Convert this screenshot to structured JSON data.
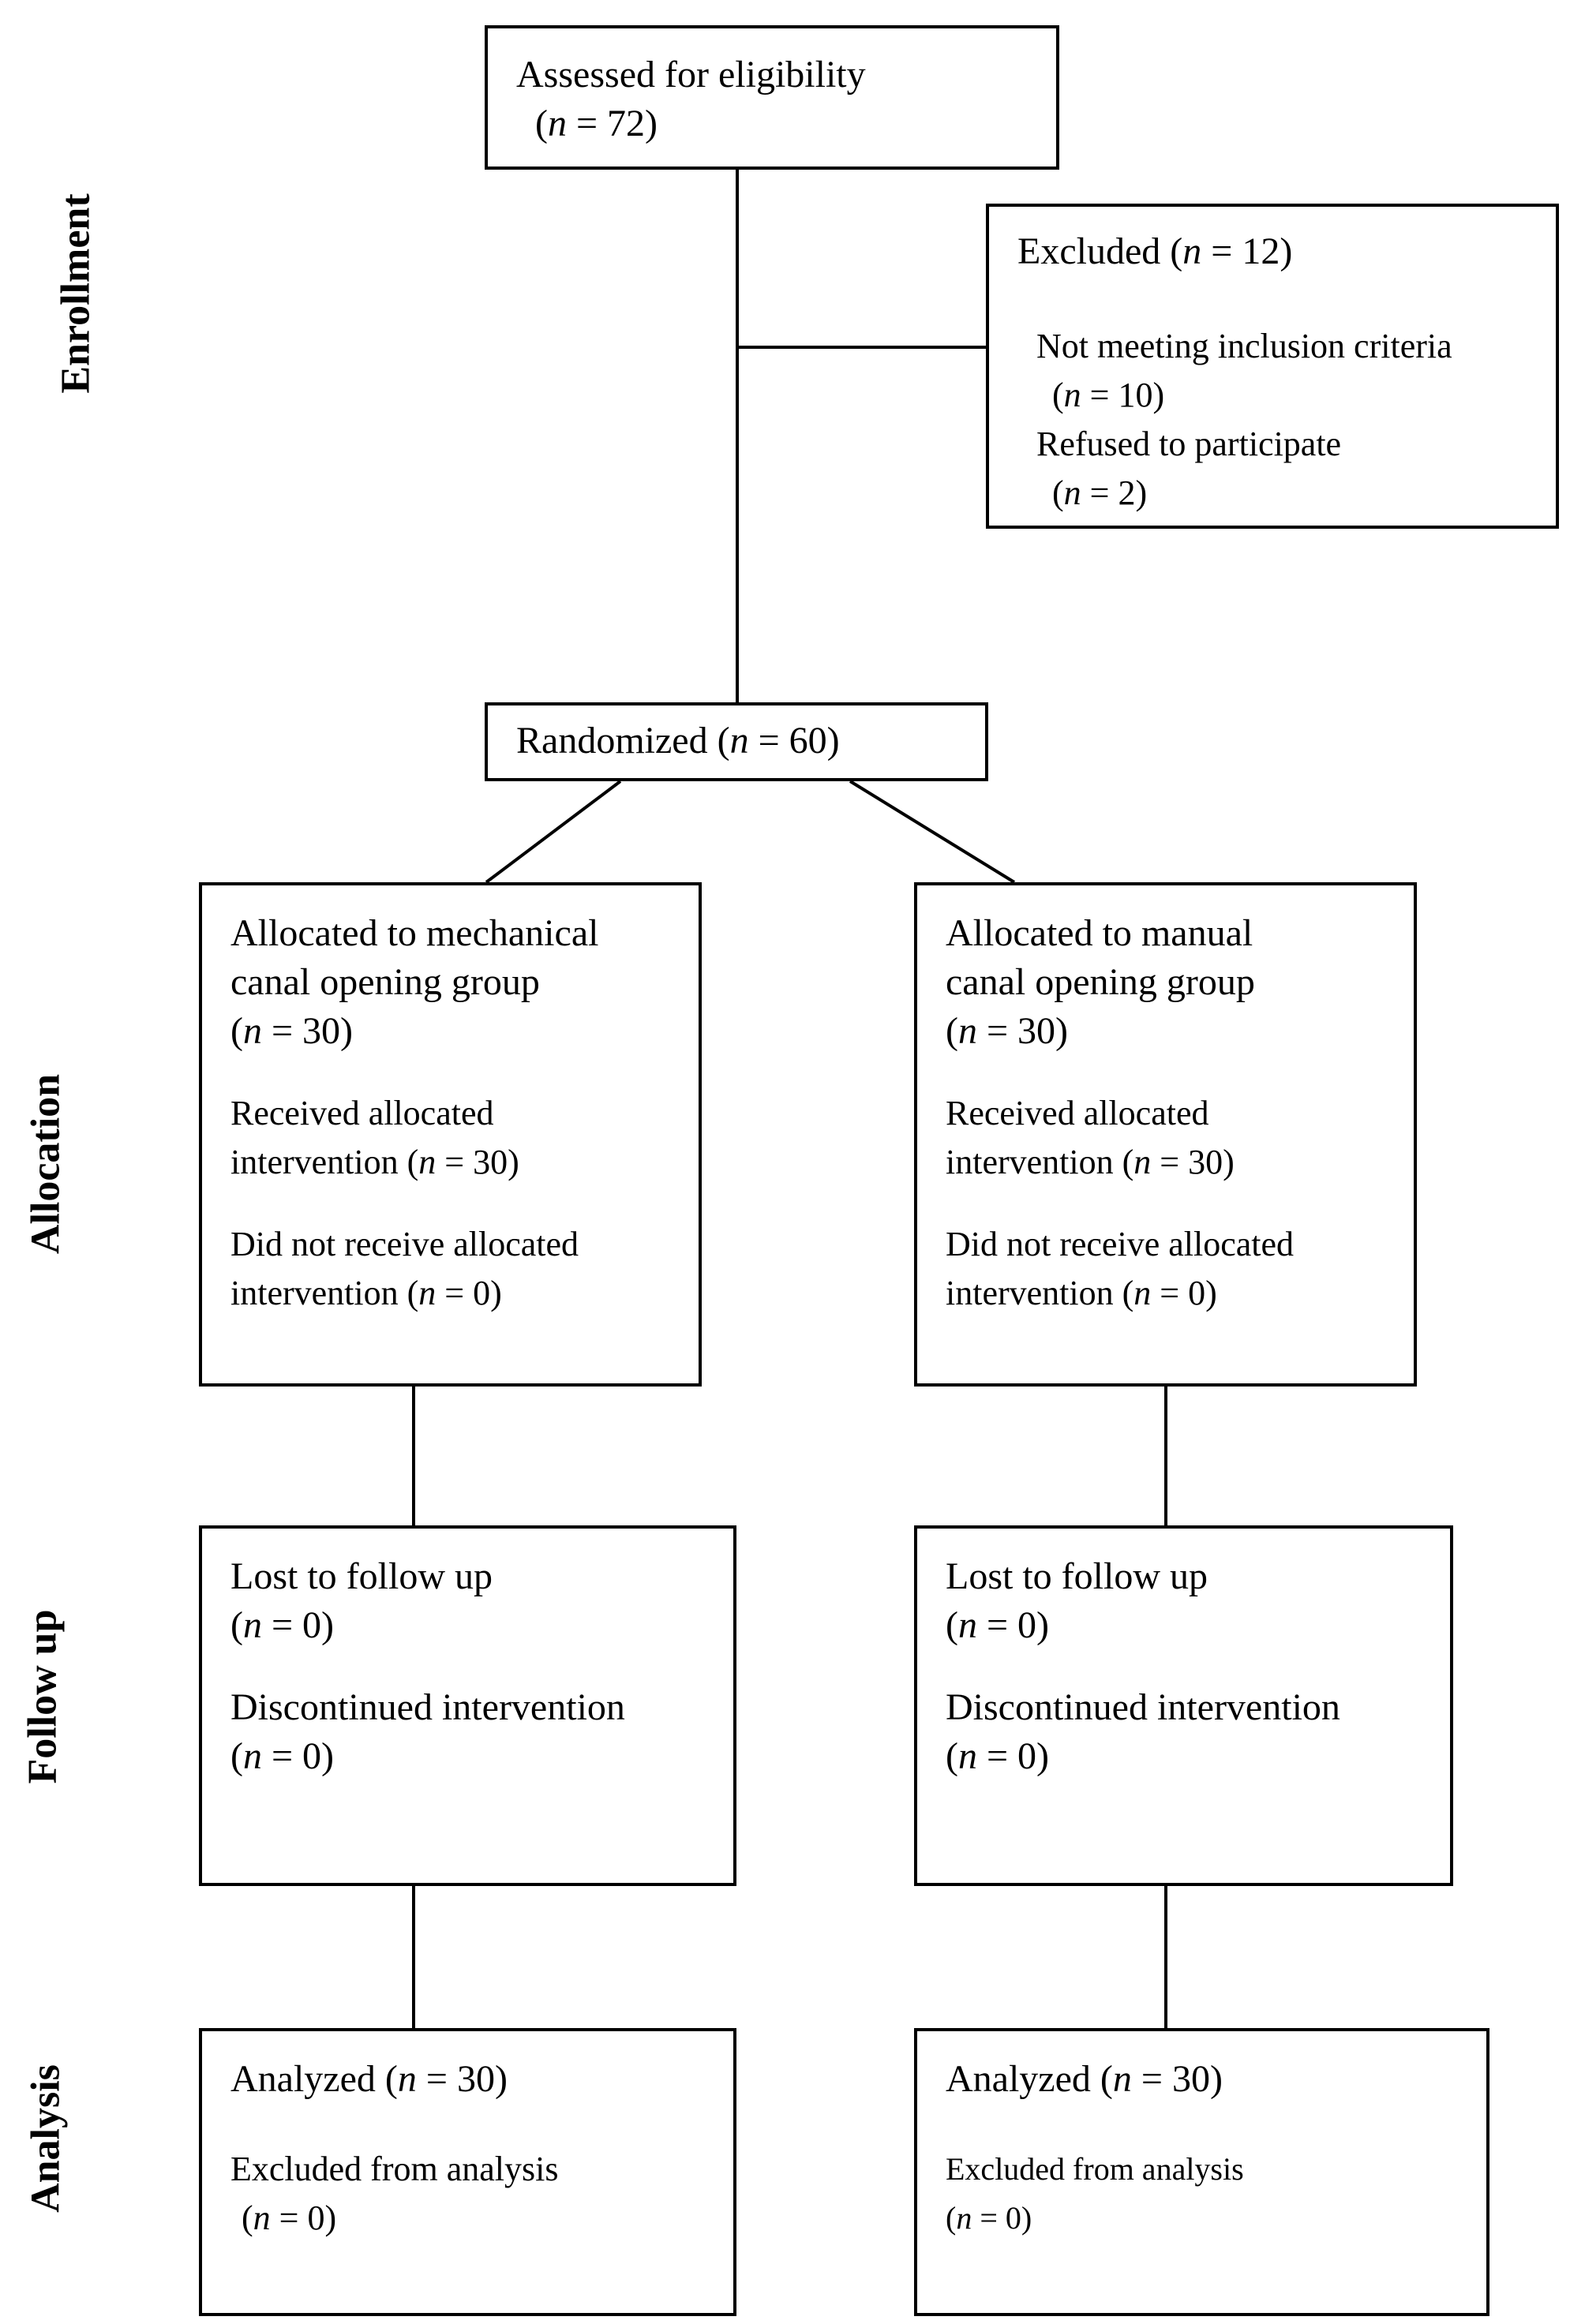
{
  "stages": {
    "enrollment": "Enrollment",
    "allocation": "Allocation",
    "follow_up": "Follow up",
    "analysis": "Analysis"
  },
  "assessed": {
    "label": "Assessed for eligibility",
    "n": "(n = 72)"
  },
  "excluded": {
    "title": "Excluded (n = 12)",
    "reason1": "Not meeting inclusion criteria",
    "reason1_n": "(n = 10)",
    "reason2": "Refused to participate",
    "reason2_n": "(n = 2)"
  },
  "randomized": {
    "label": "Randomized (n = 60)"
  },
  "allocation_left": {
    "line1": "Allocated to mechanical",
    "line2": "canal opening group",
    "n": "(n = 30)",
    "received1": "Received allocated",
    "received2": "intervention (n = 30)",
    "notreceived1": "Did not receive allocated",
    "notreceived2": "intervention (n = 0)"
  },
  "allocation_right": {
    "line1": "Allocated to manual",
    "line2": "canal opening group",
    "n": "(n = 30)",
    "received1": "Received allocated",
    "received2": "intervention (n = 30)",
    "notreceived1": "Did not receive allocated",
    "notreceived2": "intervention (n = 0)"
  },
  "followup_left": {
    "lost": "Lost to follow up",
    "lost_n": "(n = 0)",
    "discontinued": "Discontinued intervention",
    "discontinued_n": "(n = 0)"
  },
  "followup_right": {
    "lost": "Lost to follow up",
    "lost_n": "(n = 0)",
    "discontinued": "Discontinued intervention",
    "discontinued_n": "(n = 0)"
  },
  "analysis_left": {
    "analyzed": "Analyzed (n = 30)",
    "excluded": "Excluded from analysis",
    "excluded_n": "(n = 0)"
  },
  "analysis_right": {
    "analyzed": "Analyzed (n = 30)",
    "excluded": "Excluded from analysis",
    "excluded_n": "(n = 0)"
  }
}
